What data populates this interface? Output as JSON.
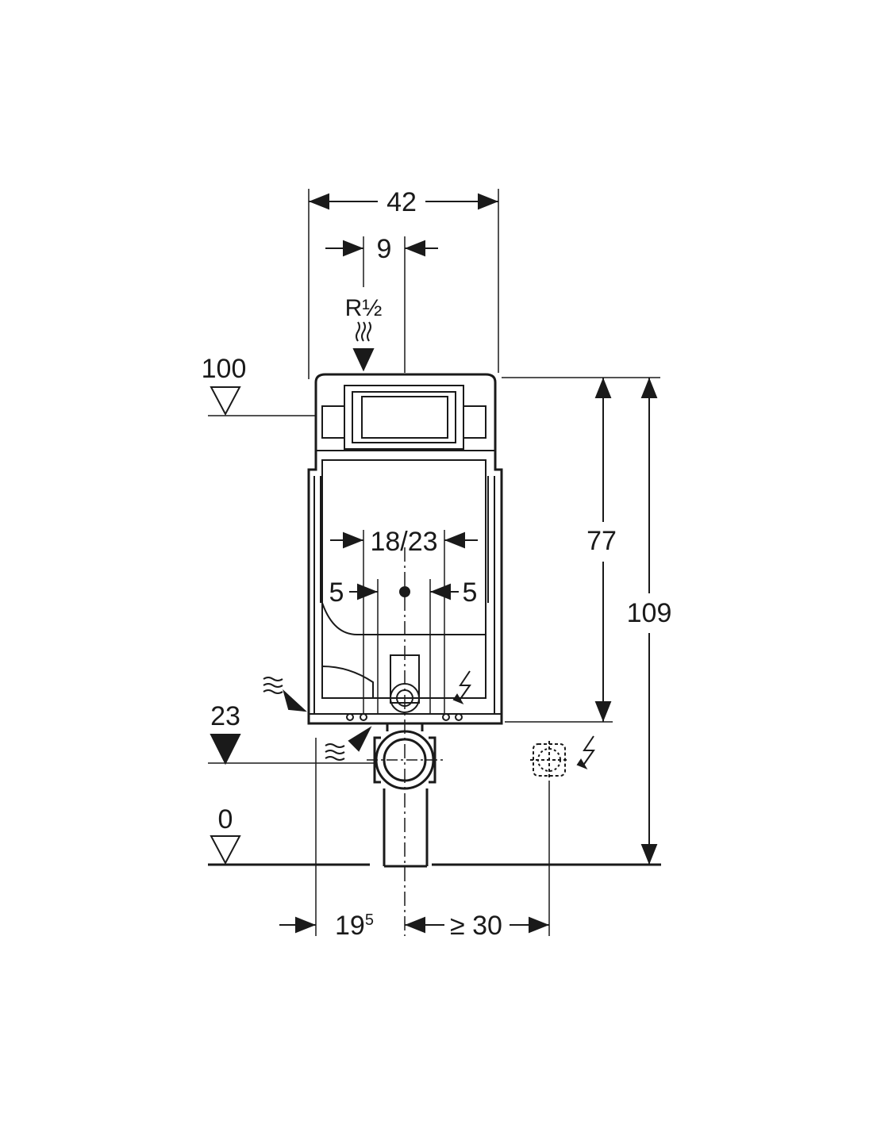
{
  "drawing": {
    "dimensions": {
      "width_total": "42",
      "inlet_offset": "9",
      "inlet_thread": "R½",
      "level_top": "100",
      "height_frame": "77",
      "height_total": "109",
      "bolt_spacing": "18/23",
      "bolt_inner_left": "5",
      "bolt_inner_right": "5",
      "level_drain": "23",
      "level_floor": "0",
      "wall_offset_base": "19",
      "wall_offset_sup": "5",
      "side_clearance": "≥ 30"
    },
    "icons": [
      "water-supply-icon",
      "electric-supply-icon",
      "power-socket-icon",
      "level-marker-icon"
    ],
    "colors": {
      "ink": "#1a1a1a",
      "background": "#ffffff"
    }
  }
}
